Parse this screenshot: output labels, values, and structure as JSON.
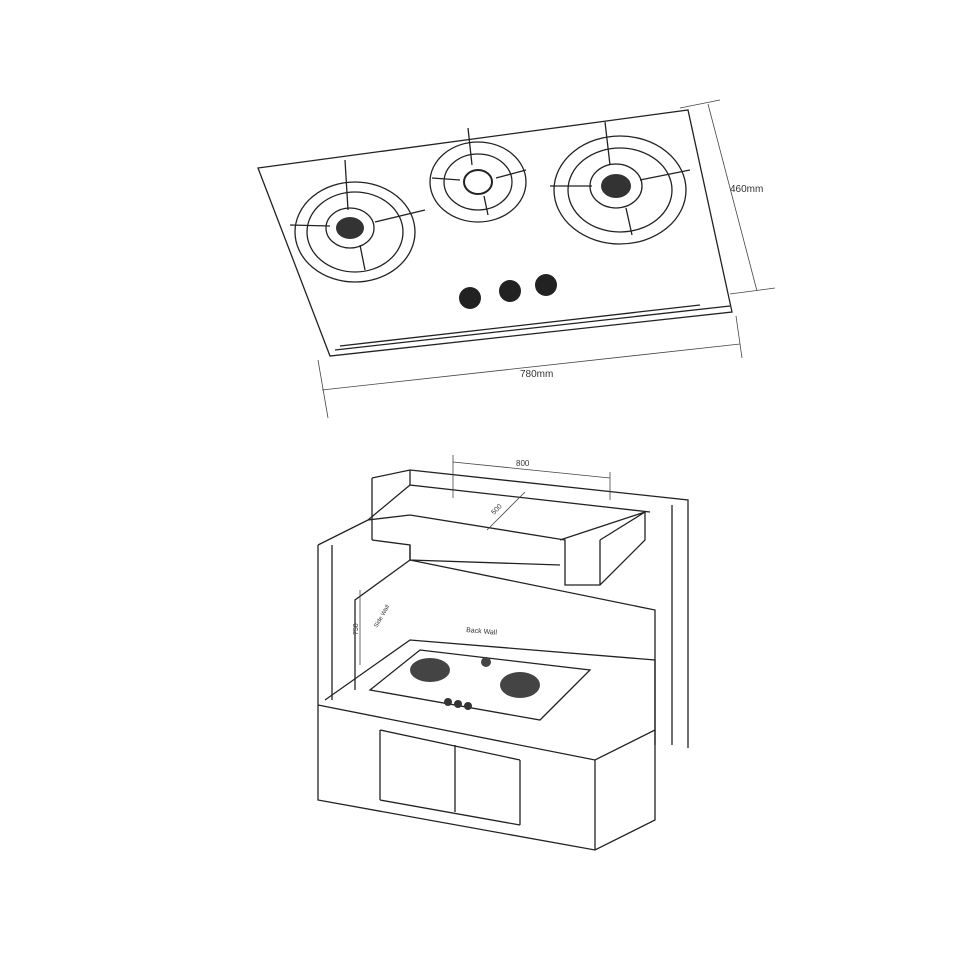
{
  "top_view": {
    "depth_label": "460mm",
    "width_label": "780mm",
    "burner_count": 3,
    "knob_count": 3
  },
  "install_view": {
    "hood_width_label": "800",
    "hood_depth_label": "500",
    "height_label": "750",
    "side_wall_label": "Side Wall",
    "back_wall_label": "Back Wall"
  }
}
